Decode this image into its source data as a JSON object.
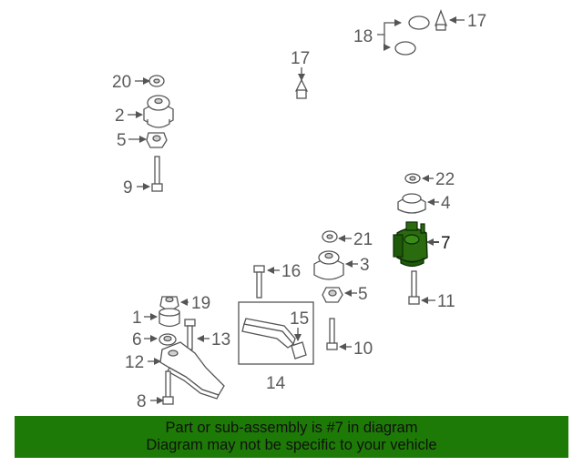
{
  "callouts": {
    "c1": "1",
    "c2": "2",
    "c3": "3",
    "c4": "4",
    "c5a": "5",
    "c5b": "5",
    "c6": "6",
    "c7": "7",
    "c8": "8",
    "c9": "9",
    "c10": "10",
    "c11": "11",
    "c12": "12",
    "c13": "13",
    "c14": "14",
    "c15": "15",
    "c16": "16",
    "c17a": "17",
    "c17b": "17",
    "c18": "18",
    "c19": "19",
    "c20": "20",
    "c21": "21",
    "c22": "22"
  },
  "highlight_color": "#1e7a06",
  "banner": {
    "line1": "Part or sub-assembly is #7 in diagram",
    "line2": "Diagram may not be specific to your vehicle"
  }
}
